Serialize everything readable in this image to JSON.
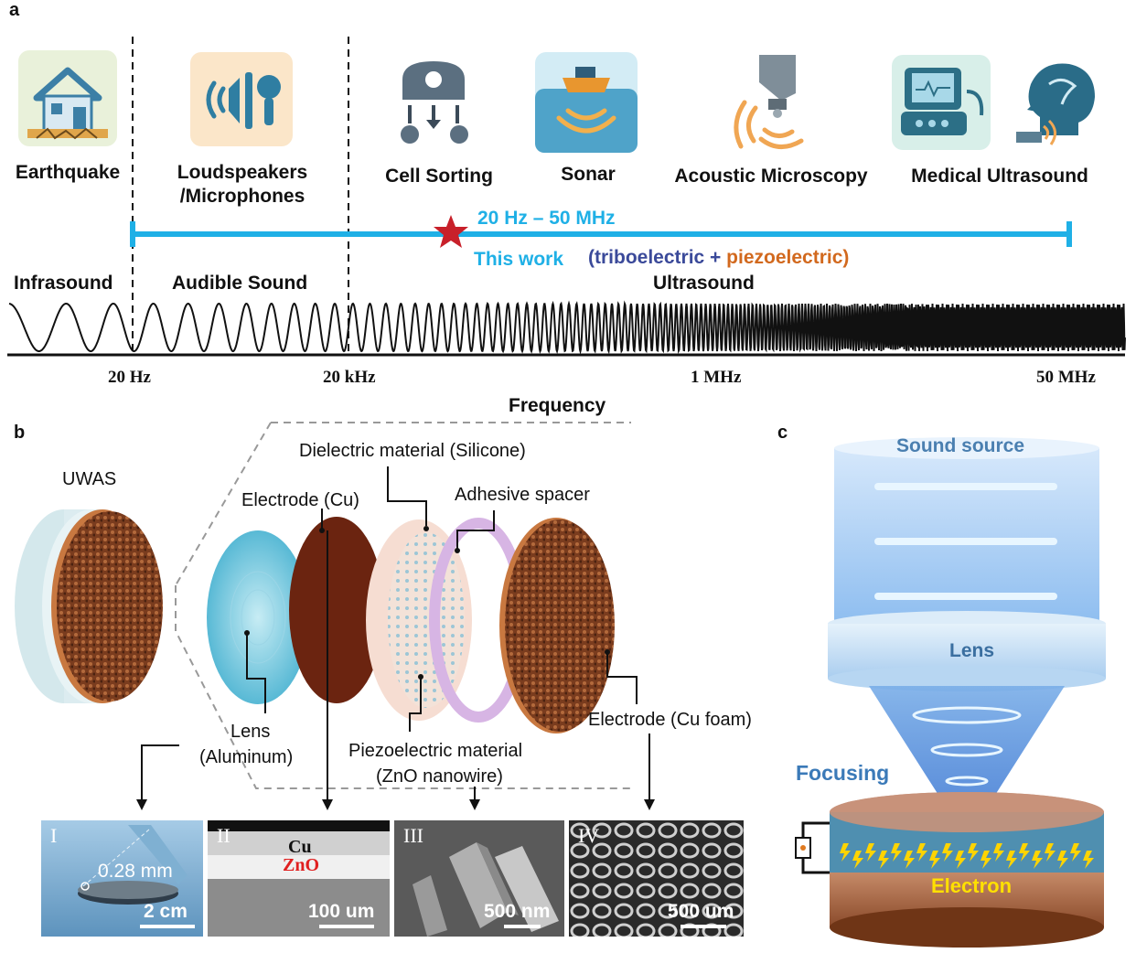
{
  "panel_a": {
    "letter": "a",
    "applications": [
      {
        "label": "Earthquake",
        "icon": "house-earthquake-icon"
      },
      {
        "label": "Loudspeakers\n/Microphones",
        "icon": "speaker-microphone-icon"
      },
      {
        "label": "Cell Sorting",
        "icon": "cell-sorting-icon"
      },
      {
        "label": "Sonar",
        "icon": "sonar-boat-icon"
      },
      {
        "label": "Acoustic Microscopy",
        "icon": "microscope-icon"
      },
      {
        "label": "Medical Ultrasound",
        "icon": "ultrasound-machine-and-head-icons"
      }
    ],
    "range_label": "20 Hz – 50 MHz",
    "this_work": "This work",
    "mechanism_open": "(",
    "mechanism_tribo": "triboelectric",
    "mechanism_plus": " + ",
    "mechanism_piezo": "piezoelectric",
    "mechanism_close": ")",
    "bands": {
      "infrasound": "Infrasound",
      "audible": "Audible Sound",
      "ultrasound": "Ultrasound"
    },
    "ticks": [
      "20 Hz",
      "20 kHz",
      "1 MHz",
      "50 MHz"
    ],
    "axis_label": "Frequency",
    "colors": {
      "range": "#1fb0e6",
      "star": "#c8202a",
      "tribo": "#3b4a9a",
      "piezo": "#d2691e"
    }
  },
  "panel_b": {
    "letter": "b",
    "device_label": "UWAS",
    "callouts": {
      "dielectric": "Dielectric material (Silicone)",
      "electrode_cu": "Electrode (Cu)",
      "spacer": "Adhesive spacer",
      "lens_1": "Lens",
      "lens_2": "(Aluminum)",
      "piezo_1": "Piezoelectric material",
      "piezo_2": "(ZnO nanowire)",
      "electrode_foam": "Electrode (Cu foam)"
    },
    "micrographs": [
      {
        "numeral": "I",
        "scale": "2 cm",
        "annotation": "0.28 mm"
      },
      {
        "numeral": "II",
        "scale": "100 um",
        "label_top": "Cu",
        "label_bottom": "ZnO"
      },
      {
        "numeral": "III",
        "scale": "500 nm"
      },
      {
        "numeral": "IV",
        "scale": "500 um"
      }
    ]
  },
  "panel_c": {
    "letter": "c",
    "sound_source": "Sound source",
    "lens": "Lens",
    "focusing": "Focusing",
    "electron": "Electron"
  }
}
